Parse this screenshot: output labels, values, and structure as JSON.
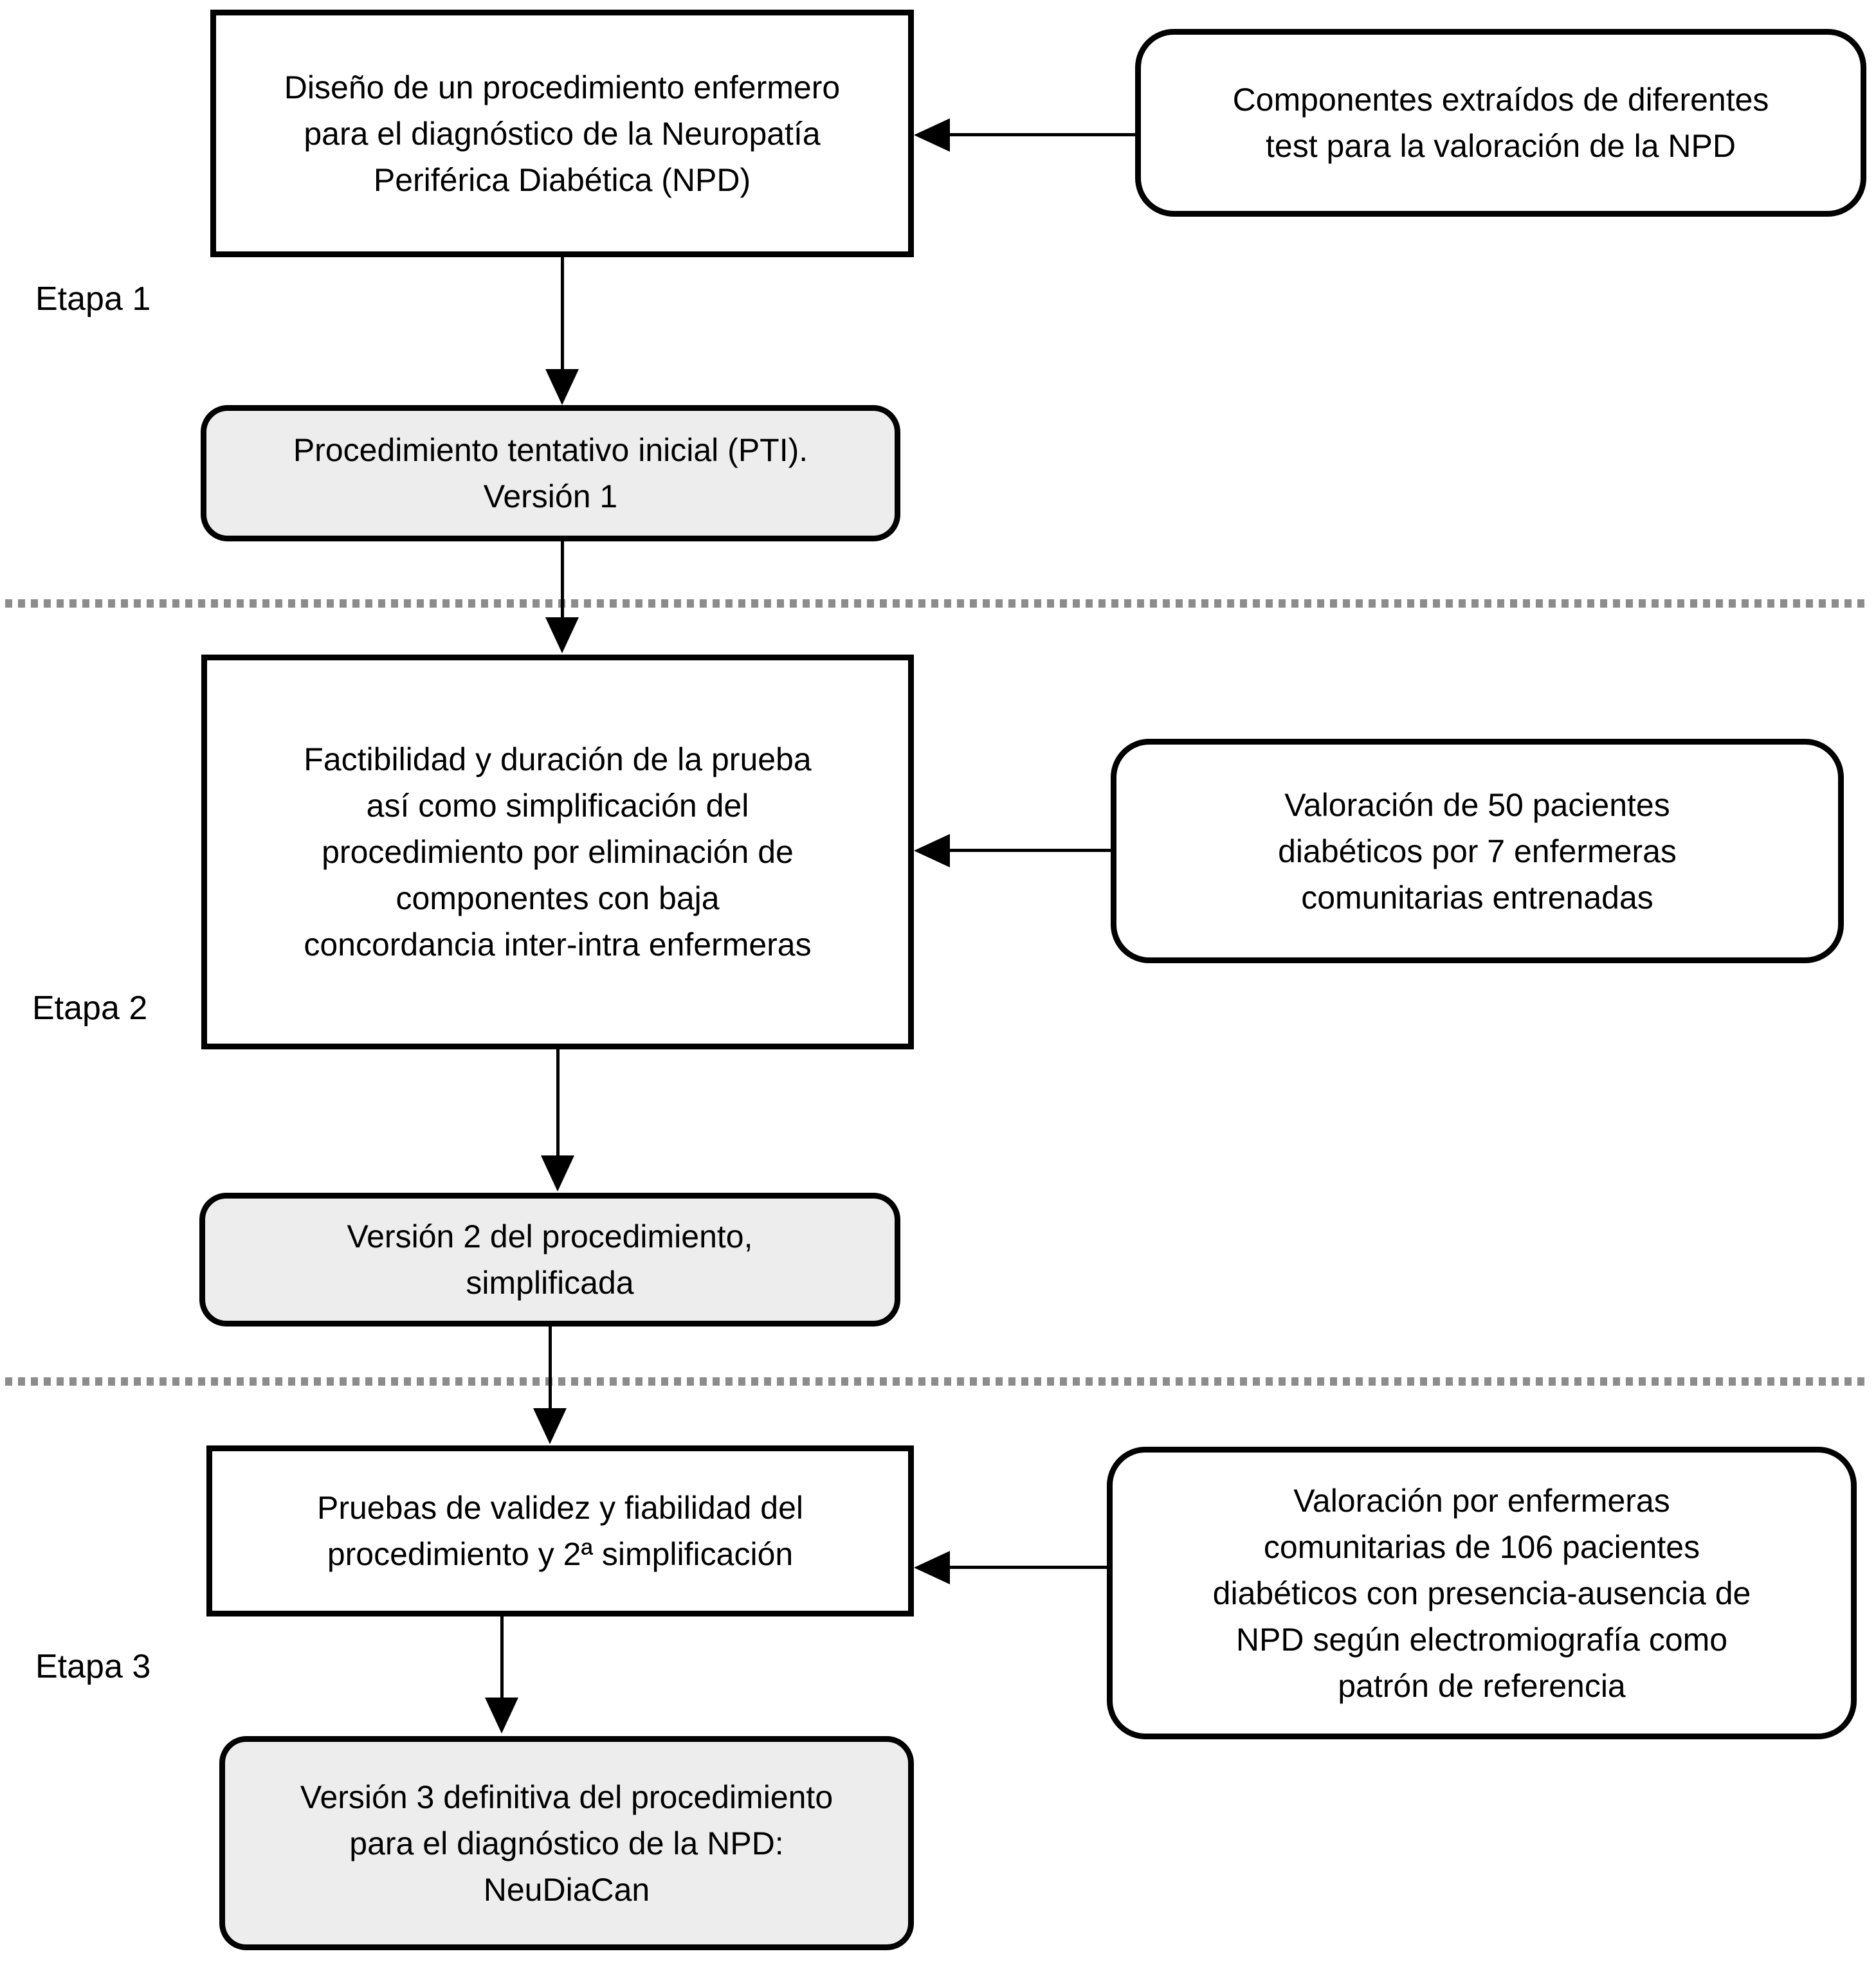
{
  "diagram": {
    "title_semantic": "Flujo de desarrollo del procedimiento NeuDiaCan",
    "stages": [
      {
        "label": "Etapa 1",
        "process": "Diseño de un procedimiento enfermero para el diagnóstico de la Neuropatía Periférica Diabética (NPD)",
        "input": "Componentes extraídos de diferentes test para la valoración de la NPD",
        "output": "Procedimiento tentativo inicial (PTI). Versión 1"
      },
      {
        "label": "Etapa 2",
        "process": "Factibilidad y duración de la prueba así como simplificación del procedimiento por eliminación de componentes con baja concordancia inter-intra enfermeras",
        "input": "Valoración de 50 pacientes diabéticos por 7 enfermeras comunitarias entrenadas",
        "output": "Versión 2 del procedimiento, simplificada"
      },
      {
        "label": "Etapa 3",
        "process": "Pruebas de validez y fiabilidad del procedimiento y 2ª simplificación",
        "input": "Valoración por enfermeras comunitarias de 106 pacientes diabéticos con presencia-ausencia de NPD según electromiografía como patrón de referencia",
        "output": "Versión 3 definitiva del procedimiento para el diagnóstico de la NPD: NeuDiaCan"
      }
    ],
    "colors": {
      "border": "#000000",
      "text": "#000000",
      "process_fill": "#ffffff",
      "input_fill": "#ffffff",
      "output_fill": "#ededed",
      "divider": "#8c8c8c",
      "background": "#ffffff"
    }
  }
}
